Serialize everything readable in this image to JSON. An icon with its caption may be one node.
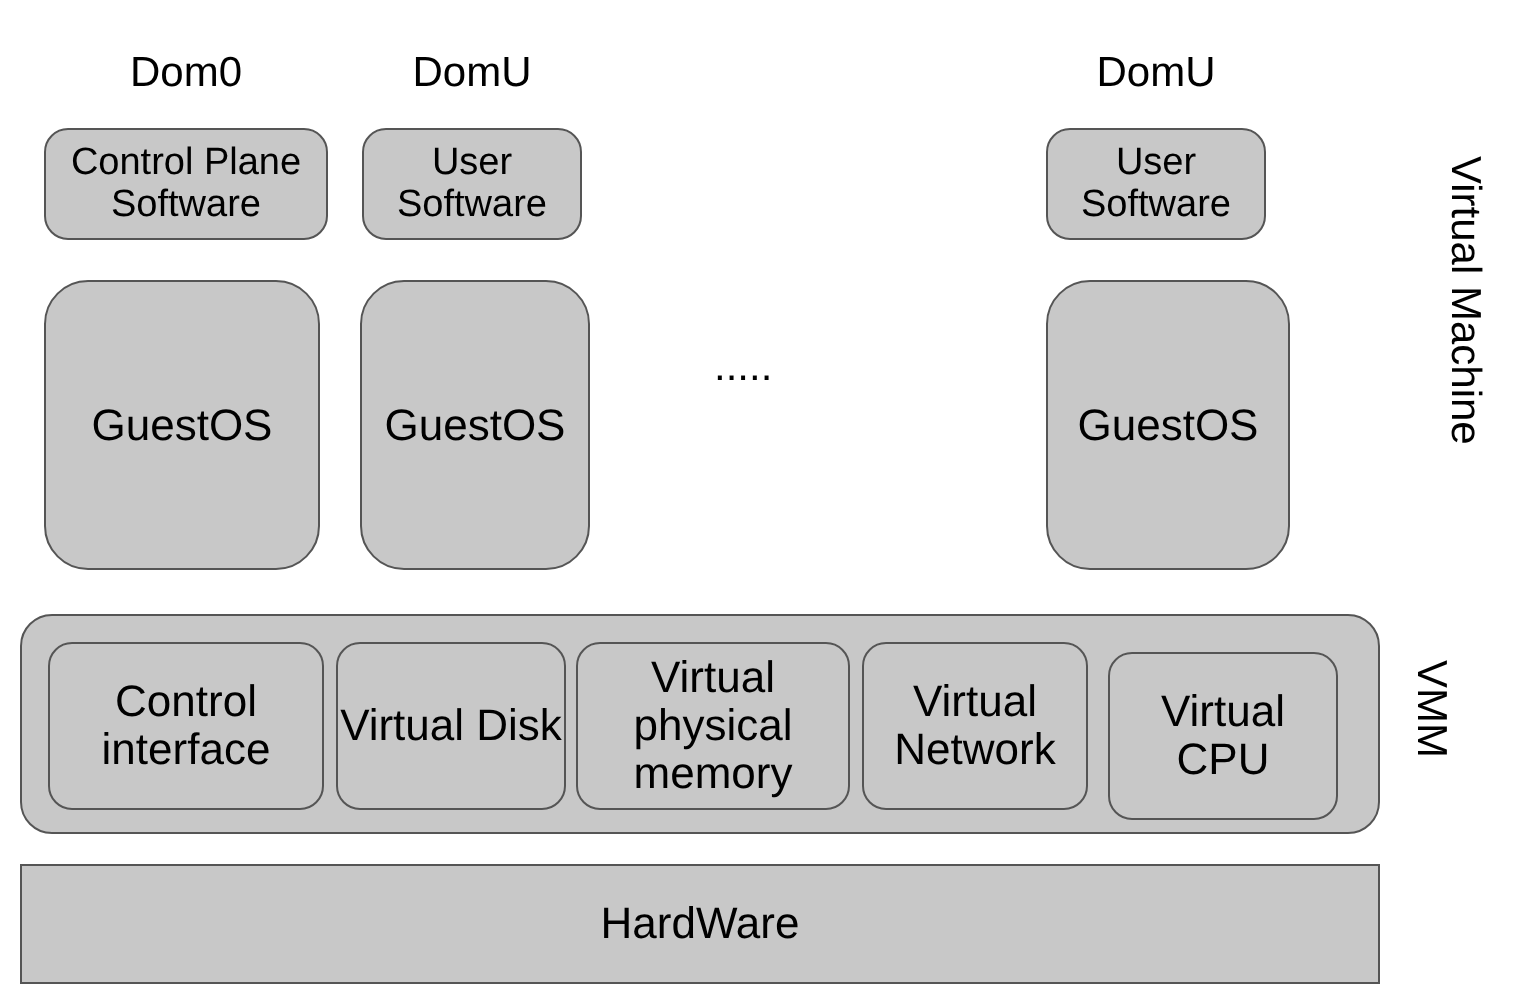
{
  "diagram": {
    "nodes": [
      {
        "text": [
          "Control Plane Software"
        ],
        "beside": [
          "Dom0"
        ]
      },
      {
        "text": [
          "User Software"
        ],
        "beside": [
          "DomU"
        ]
      },
      {
        "text": [
          "User Software"
        ],
        "beside": [
          "DomU"
        ]
      },
      {
        "text": [
          "GuestOS"
        ]
      },
      {
        "text": [
          "GuestOS"
        ]
      },
      {
        "text": [
          "GuestOS"
        ]
      },
      {
        "text": [
          "VMM"
        ]
      },
      {
        "text": [
          "Control interface"
        ],
        "in": 6
      },
      {
        "text": [
          "Virtual Disk"
        ],
        "in": 6
      },
      {
        "text": [
          "Virtual physical memory"
        ],
        "in": 6
      },
      {
        "text": [
          "Virtual Network"
        ],
        "in": 6
      },
      {
        "text": [
          "Virtual CPU"
        ],
        "in": 6
      },
      {
        "text": [
          "HardWare"
        ]
      }
    ],
    "edges": [],
    "labels": [
      ".....",
      "Virtual Machine"
    ]
  }
}
